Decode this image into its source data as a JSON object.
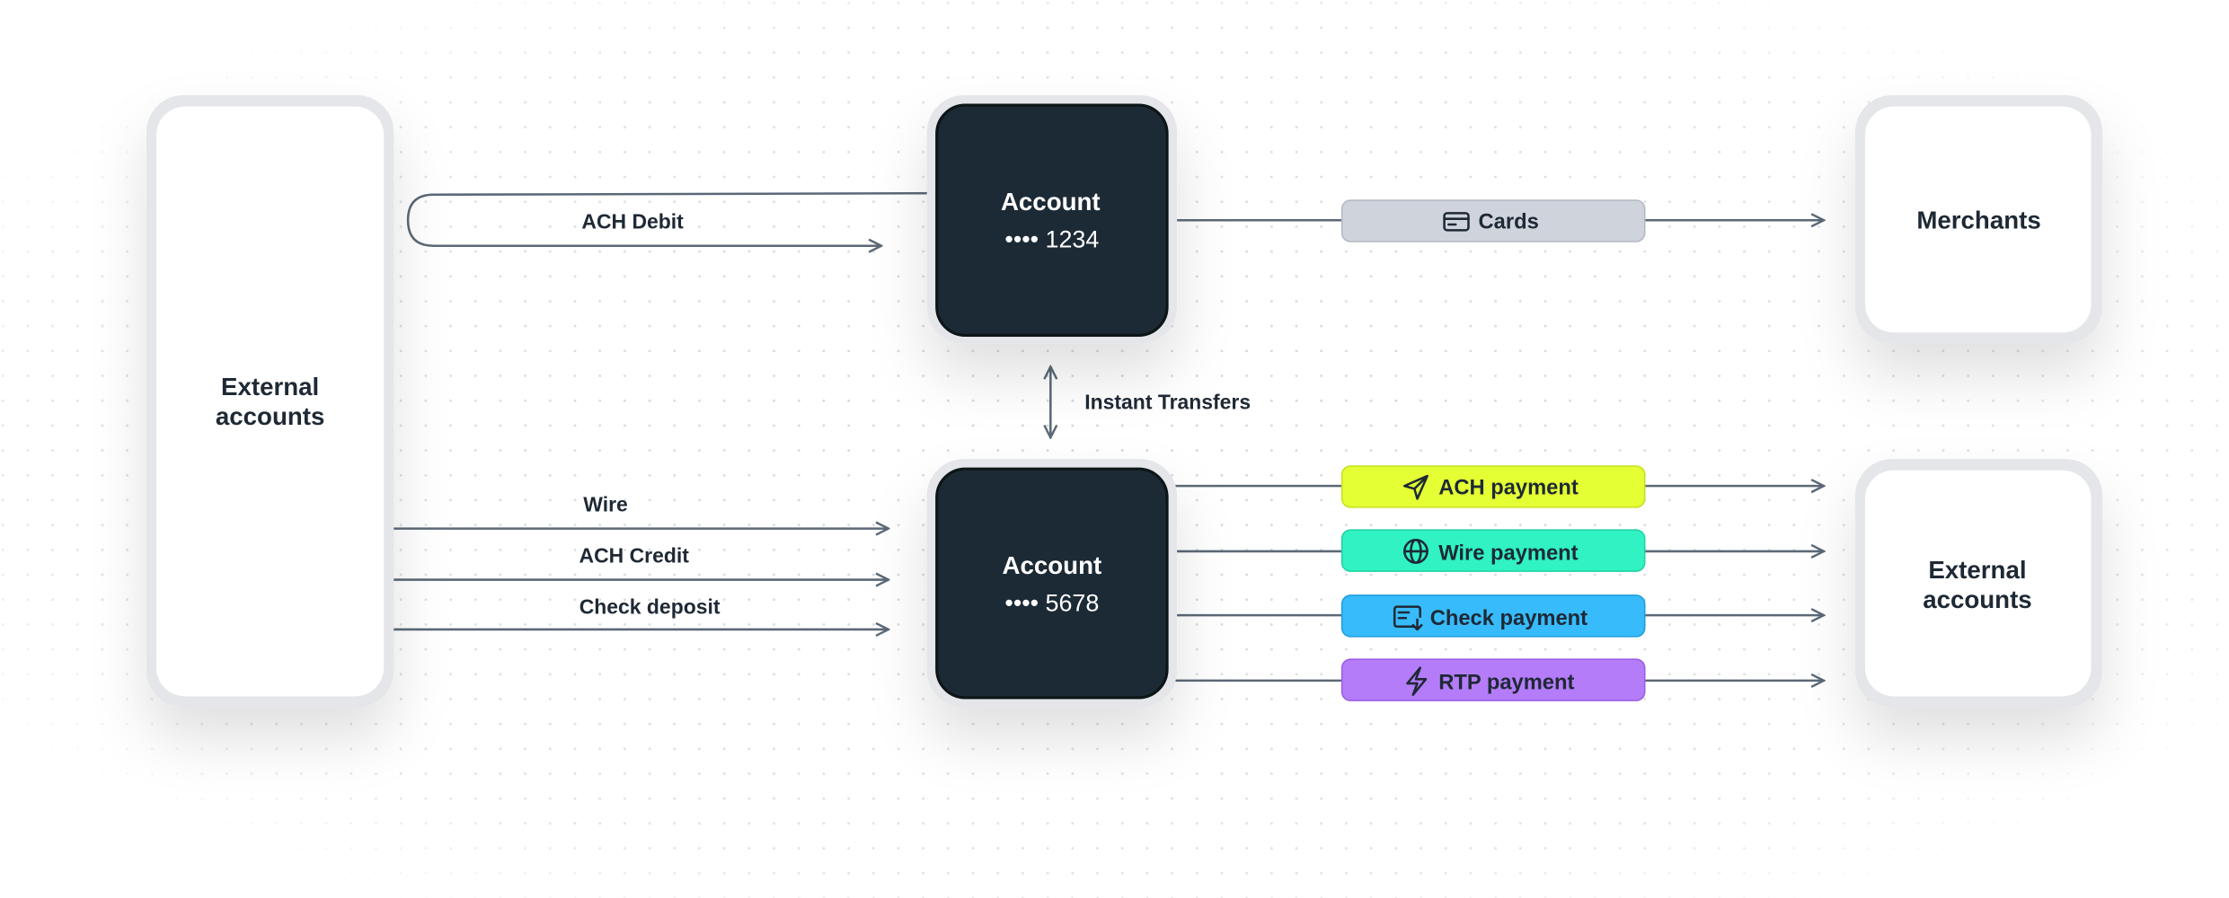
{
  "nodes": {
    "external_left": {
      "line1": "External",
      "line2": "accounts"
    },
    "account_top": {
      "title": "Account",
      "number": "•••• 1234"
    },
    "account_bottom": {
      "title": "Account",
      "number": "•••• 5678"
    },
    "merchants": {
      "title": "Merchants"
    },
    "external_right": {
      "line1": "External",
      "line2": "accounts"
    }
  },
  "edges": {
    "ach_debit": "ACH  Debit",
    "wire": "Wire",
    "ach_credit": "ACH Credit",
    "check_deposit": "Check deposit",
    "instant_transfers": "Instant Transfers"
  },
  "pills": [
    {
      "label": "Cards",
      "icon": "credit-card-icon",
      "color": "#cfd4dc"
    },
    {
      "label": "ACH payment",
      "icon": "send-icon",
      "color": "#e4ff33"
    },
    {
      "label": "Wire payment",
      "icon": "globe-icon",
      "color": "#30f2c2"
    },
    {
      "label": "Check payment",
      "icon": "check-icon",
      "color": "#38bbfb"
    },
    {
      "label": "RTP payment",
      "icon": "zap-icon",
      "color": "#b57cf9"
    }
  ],
  "colors": {
    "dark": "#1e2935",
    "line": "#5b6877"
  }
}
